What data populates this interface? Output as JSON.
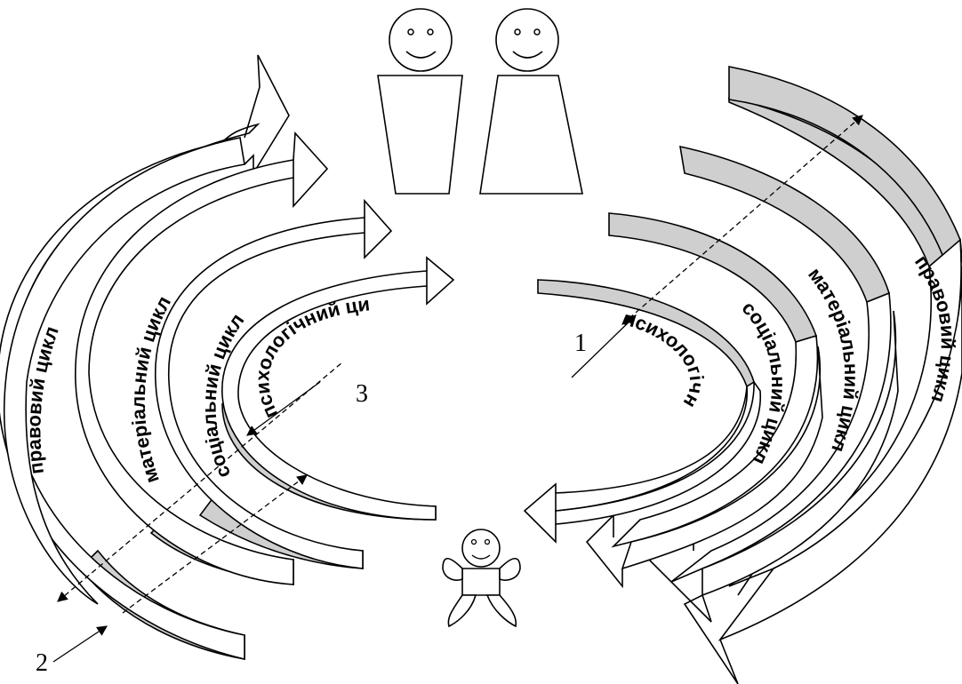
{
  "cycles": {
    "legal": "правовий цикл",
    "material": "матеріальний цикл",
    "social": "соціальний цикл",
    "psych": "психологічний цикл"
  },
  "markers": {
    "one": "1",
    "two": "2",
    "three": "3"
  }
}
